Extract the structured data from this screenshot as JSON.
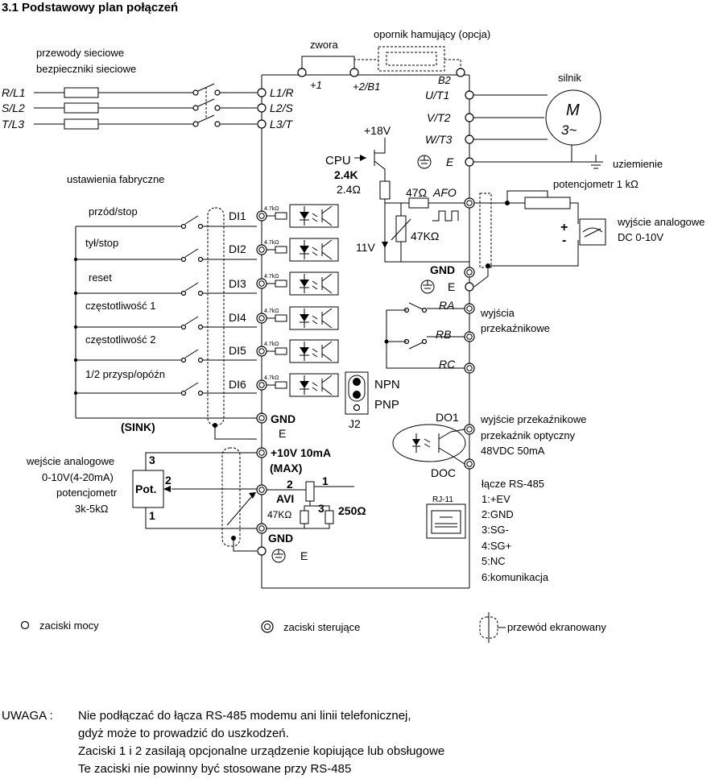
{
  "title": "3.1 Podstawowy plan połączeń",
  "top": {
    "power_lines_label_1": "przewody sieciowe",
    "power_lines_label_2": "bezpieczniki sieciowe",
    "jumper_label": "zwora",
    "brake_resistor_label": "opornik hamujący (opcja)",
    "motor_label": "silnik",
    "motor_symbol": "M",
    "motor_phase": "3~",
    "ground_label": "uziemienie"
  },
  "power_inputs": [
    "R/L1",
    "S/L2",
    "T/L3"
  ],
  "power_terminals": {
    "plus1": "+1",
    "plus2": "+2/B1",
    "b2": "B2",
    "r": "L1/R",
    "s": "L2/S",
    "t": "L3/T",
    "u": "U/T1",
    "v": "V/T2",
    "w": "W/T3",
    "e": "E"
  },
  "cpu": {
    "label": "CPU",
    "supply": "+18V",
    "r1": "2.4K",
    "r2": "2.4Ω",
    "r3": "47Ω",
    "r4": "47KΩ",
    "v11": "11V"
  },
  "afo": {
    "terminal": "AFO",
    "pot_label": "potencjometr 1 kΩ",
    "out_label_1": "wyjście analogowe",
    "out_label_2": "DC 0-10V",
    "plus": "+",
    "minus": "-"
  },
  "factory_label": "ustawienia fabryczne",
  "digital_inputs": [
    {
      "func": "przód/stop",
      "term": "DI1"
    },
    {
      "func": "tył/stop",
      "term": "DI2"
    },
    {
      "func": "reset",
      "term": "DI3"
    },
    {
      "func": "częstotliwość 1",
      "term": "DI4"
    },
    {
      "func": "częstotliwość 2",
      "term": "DI5"
    },
    {
      "func": "1/2 przysp/opóźn",
      "term": "DI6"
    }
  ],
  "opto_r": "4.7kΩ",
  "sink": "(SINK)",
  "npn": "NPN",
  "pnp": "PNP",
  "j2": "J2",
  "gnd": "GND",
  "e": "E",
  "supply_10v": "+10V 10mA",
  "supply_max": "(MAX)",
  "avi": "AVI",
  "avi_r1": "47KΩ",
  "avi_r2": "250Ω",
  "avi_n1": "1",
  "avi_n2": "2",
  "avi_n3": "3",
  "analog_in": {
    "l1": "wejście analogowe",
    "l2": "0-10V(4-20mA)",
    "l3": "potencjometr",
    "l4": "3k-5kΩ",
    "pot": "Pot.",
    "p1": "1",
    "p2": "2",
    "p3": "3"
  },
  "relay": {
    "ra": "RA",
    "rb": "RB",
    "rc": "RC",
    "l1": "wyjścia",
    "l2": "przekaźnikowe"
  },
  "do1": {
    "term": "DO1",
    "com": "DOC",
    "l1": "wyjście przekaźnikowe",
    "l2": "przekaźnik optyczny",
    "l3": "48VDC 50mA"
  },
  "rs485": {
    "port": "RJ-11",
    "title": "łącze RS-485",
    "pins": [
      "1:+EV",
      "2:GND",
      "3:SG-",
      "4:SG+",
      "5:NC",
      "6:komunikacja"
    ]
  },
  "legend": {
    "power": "zaciski mocy",
    "control": "zaciski sterujące",
    "shield": "przewód ekranowany"
  },
  "note": {
    "label": "UWAGA :",
    "lines": [
      "Nie podłączać do łącza RS-485 modemu ani linii telefonicznej,",
      "gdyż może to prowadzić do uszkodzeń.",
      "Zaciski 1 i 2 zasilają opcjonalne urządzenie kopiujące lub obsługowe",
      "Te zaciski nie powinny być stosowane przy RS-485"
    ]
  }
}
